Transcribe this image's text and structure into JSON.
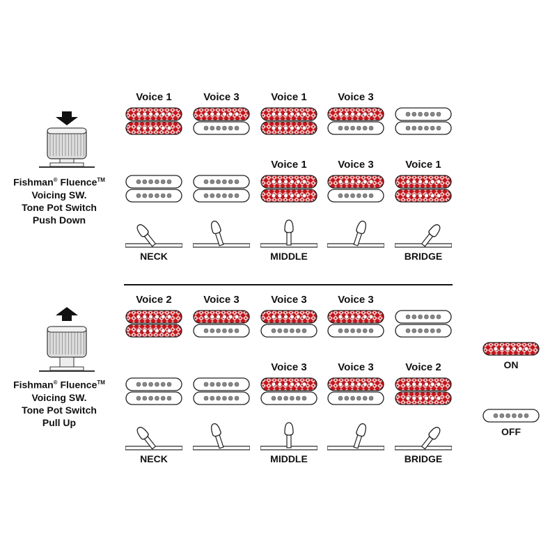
{
  "colors": {
    "on_fill": "#c4161c",
    "on_dot": "#ffffff",
    "off_fill": "#ffffff",
    "off_dot": "#888888",
    "outline": "#222222"
  },
  "pots": [
    {
      "arrow": "down",
      "caption": {
        "brand": "Fishman",
        "reg": "®",
        "product": "Fluence",
        "tm": "TM",
        "line2": "Voicing SW.",
        "line3": "Tone Pot Switch",
        "line4": "Push Down"
      }
    },
    {
      "arrow": "up",
      "caption": {
        "brand": "Fishman",
        "reg": "®",
        "product": "Fluence",
        "tm": "TM",
        "line2": "Voicing SW.",
        "line3": "Tone Pot Switch",
        "line4": "Pull Up"
      }
    }
  ],
  "positions": [
    "NECK",
    "",
    "MIDDLE",
    "",
    "BRIDGE"
  ],
  "sections": [
    {
      "columns": [
        {
          "voice_top": "Voice 1",
          "neck": [
            "on",
            "on"
          ],
          "voice_bottom": "",
          "bridge": [
            "off",
            "off"
          ],
          "lever": "neck"
        },
        {
          "voice_top": "Voice 3",
          "neck": [
            "on",
            "off"
          ],
          "voice_bottom": "",
          "bridge": [
            "off",
            "off"
          ],
          "lever": "neck-mid"
        },
        {
          "voice_top": "Voice 1",
          "neck": [
            "on",
            "on"
          ],
          "voice_bottom": "Voice 1",
          "bridge": [
            "on",
            "on"
          ],
          "lever": "middle"
        },
        {
          "voice_top": "Voice 3",
          "neck": [
            "on",
            "off"
          ],
          "voice_bottom": "Voice 3",
          "bridge": [
            "on",
            "off"
          ],
          "lever": "mid-bridge"
        },
        {
          "voice_top": "",
          "neck": [
            "off",
            "off"
          ],
          "voice_bottom": "Voice 1",
          "bridge": [
            "on",
            "on"
          ],
          "lever": "bridge"
        }
      ]
    },
    {
      "columns": [
        {
          "voice_top": "Voice 2",
          "neck": [
            "on",
            "on"
          ],
          "voice_bottom": "",
          "bridge": [
            "off",
            "off"
          ],
          "lever": "neck"
        },
        {
          "voice_top": "Voice 3",
          "neck": [
            "on",
            "off"
          ],
          "voice_bottom": "",
          "bridge": [
            "off",
            "off"
          ],
          "lever": "neck-mid"
        },
        {
          "voice_top": "Voice 3",
          "neck": [
            "on",
            "off"
          ],
          "voice_bottom": "Voice 3",
          "bridge": [
            "on",
            "off"
          ],
          "lever": "middle"
        },
        {
          "voice_top": "Voice 3",
          "neck": [
            "on",
            "off"
          ],
          "voice_bottom": "Voice 3",
          "bridge": [
            "on",
            "off"
          ],
          "lever": "mid-bridge"
        },
        {
          "voice_top": "",
          "neck": [
            "off",
            "off"
          ],
          "voice_bottom": "Voice 2",
          "bridge": [
            "on",
            "on"
          ],
          "lever": "bridge"
        }
      ]
    }
  ],
  "legend": {
    "on": "ON",
    "off": "OFF"
  }
}
